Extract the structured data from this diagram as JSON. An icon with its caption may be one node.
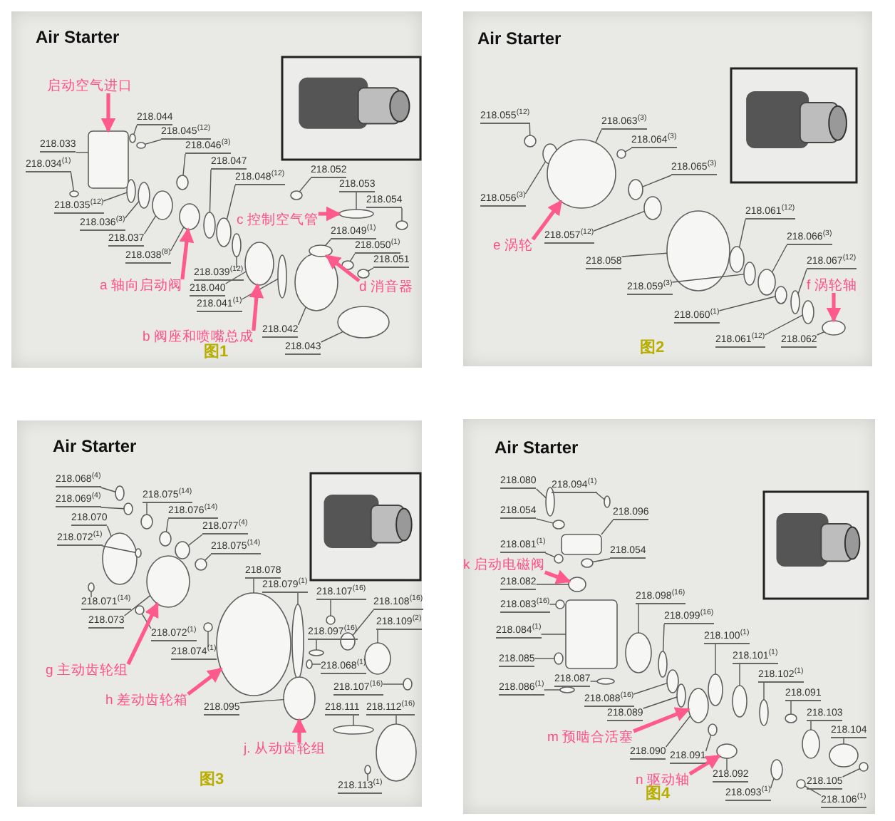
{
  "diagram": {
    "nodes": [
      {
        "text": [
          "Air Starter",
          "图1"
        ]
      },
      {
        "text": [
          "218.044"
        ],
        "in": 0
      },
      {
        "text": [
          "218.045$^{(12)}$"
        ],
        "in": 0
      },
      {
        "text": [
          "218.046$^{(3)}$"
        ],
        "in": 0
      },
      {
        "text": [
          "218.047"
        ],
        "in": 0
      },
      {
        "text": [
          "218.048$^{(12)}$"
        ],
        "in": 0
      },
      {
        "text": [
          "218.033"
        ],
        "in": 0
      },
      {
        "text": [
          "218.034$^{(1)}$"
        ],
        "in": 0
      },
      {
        "text": [
          "218.035$^{(12)}$"
        ],
        "in": 0
      },
      {
        "text": [
          "218.036$^{(3)}$"
        ],
        "in": 0
      },
      {
        "text": [
          "218.037"
        ],
        "in": 0
      },
      {
        "text": [
          "218.038$^{(8)}$"
        ],
        "in": 0
      },
      {
        "text": [
          "218.039$^{(12)}$"
        ],
        "in": 0
      },
      {
        "text": [
          "218.040"
        ],
        "in": 0
      },
      {
        "text": [
          "218.041$^{(1)}$"
        ],
        "in": 0
      },
      {
        "text": [
          "218.042"
        ],
        "in": 0
      },
      {
        "text": [
          "218.043"
        ],
        "in": 0
      },
      {
        "text": [
          "218.052"
        ],
        "in": 0
      },
      {
        "text": [
          "218.053"
        ],
        "in": 0
      },
      {
        "text": [
          "218.054"
        ],
        "in": 0
      },
      {
        "text": [
          "218.049$^{(1)}$"
        ],
        "in": 0
      },
      {
        "text": [
          "218.050$^{(1)}$"
        ],
        "in": 0
      },
      {
        "text": [
          "218.051"
        ],
        "in": 0
      },
      {
        "text": [
          "启动空气进口"
        ],
        "in": 0
      },
      {
        "text": [
          "a 轴向启动阀"
        ],
        "in": 0
      },
      {
        "text": [
          "b 阀座和喷嘴总成"
        ],
        "in": 0
      },
      {
        "text": [
          "c 控制空气管"
        ],
        "in": 0
      },
      {
        "text": [
          "d 消音器"
        ],
        "in": 0
      },
      {
        "text": [
          "Air Starter",
          "图2"
        ]
      },
      {
        "text": [
          "218.055$^{(12)}$"
        ],
        "in": 28
      },
      {
        "text": [
          "218.056$^{(3)}$"
        ],
        "in": 28
      },
      {
        "text": [
          "218.063$^{(3)}$"
        ],
        "in": 28
      },
      {
        "text": [
          "218.064$^{(3)}$"
        ],
        "in": 28
      },
      {
        "text": [
          "218.065$^{(3)}$"
        ],
        "in": 28
      },
      {
        "text": [
          "218.057$^{(12)}$"
        ],
        "in": 28
      },
      {
        "text": [
          "218.058"
        ],
        "in": 28
      },
      {
        "text": [
          "218.059$^{(3)}$"
        ],
        "in": 28
      },
      {
        "text": [
          "218.061$^{(12)}$"
        ],
        "in": 28
      },
      {
        "text": [
          "218.066$^{(3)}$"
        ],
        "in": 28
      },
      {
        "text": [
          "218.067$^{(12)}$"
        ],
        "in": 28
      },
      {
        "text": [
          "218.060$^{(1)}$"
        ],
        "in": 28
      },
      {
        "text": [
          "218.061$^{(12)}$"
        ],
        "in": 28
      },
      {
        "text": [
          "218.062"
        ],
        "in": 28
      },
      {
        "text": [
          "e 涡轮"
        ],
        "in": 28
      },
      {
        "text": [
          "f 涡轮轴"
        ],
        "in": 28
      },
      {
        "text": [
          "Air Starter",
          "图3"
        ]
      },
      {
        "text": [
          "218.068$^{(4)}$"
        ],
        "in": 45
      },
      {
        "text": [
          "218.069$^{(4)}$"
        ],
        "in": 45
      },
      {
        "text": [
          "218.070"
        ],
        "in": 45
      },
      {
        "text": [
          "218.072$^{(1)}$"
        ],
        "in": 45
      },
      {
        "text": [
          "218.075$^{(14)}$"
        ],
        "in": 45
      },
      {
        "text": [
          "218.076$^{(14)}$"
        ],
        "in": 45
      },
      {
        "text": [
          "218.077$^{(4)}$"
        ],
        "in": 45
      },
      {
        "text": [
          "218.075$^{(14)}$"
        ],
        "in": 45
      },
      {
        "text": [
          "218.078"
        ],
        "in": 45
      },
      {
        "text": [
          "218.079$^{(1)}$"
        ],
        "in": 45
      },
      {
        "text": [
          "218.071$^{(14)}$"
        ],
        "in": 45
      },
      {
        "text": [
          "218.073"
        ],
        "in": 45
      },
      {
        "text": [
          "218.072$^{(1)}$"
        ],
        "in": 45
      },
      {
        "text": [
          "218.074$^{(1)}$"
        ],
        "in": 45
      },
      {
        "text": [
          "218.107$^{(16)}$"
        ],
        "in": 45
      },
      {
        "text": [
          "218.097$^{(16)}$"
        ],
        "in": 45
      },
      {
        "text": [
          "218.068$^{(1)}$"
        ],
        "in": 45
      },
      {
        "text": [
          "218.108$^{(16)}$"
        ],
        "in": 45
      },
      {
        "text": [
          "218.109$^{(2)}$"
        ],
        "in": 45
      },
      {
        "text": [
          "218.107$^{(16)}$"
        ],
        "in": 45
      },
      {
        "text": [
          "218.095"
        ],
        "in": 45
      },
      {
        "text": [
          "218.111"
        ],
        "in": 45
      },
      {
        "text": [
          "218.112$^{(16)}$"
        ],
        "in": 45
      },
      {
        "text": [
          "218.113$^{(1)}$"
        ],
        "in": 45
      },
      {
        "text": [
          "g 主动齿轮组"
        ],
        "in": 45
      },
      {
        "text": [
          "h 差动齿轮箱"
        ],
        "in": 45
      },
      {
        "text": [
          "j. 从动齿轮组"
        ],
        "in": 45
      },
      {
        "text": [
          "Air Starter",
          "图4"
        ]
      },
      {
        "text": [
          "218.080"
        ],
        "in": 73
      },
      {
        "text": [
          "218.094$^{(1)}$"
        ],
        "in": 73
      },
      {
        "text": [
          "218.054"
        ],
        "in": 73
      },
      {
        "text": [
          "218.096"
        ],
        "in": 73
      },
      {
        "text": [
          "218.081$^{(1)}$"
        ],
        "in": 73
      },
      {
        "text": [
          "218.054"
        ],
        "in": 73
      },
      {
        "text": [
          "218.082"
        ],
        "in": 73
      },
      {
        "text": [
          "218.083$^{(16)}$"
        ],
        "in": 73
      },
      {
        "text": [
          "218.084$^{(1)}$"
        ],
        "in": 73
      },
      {
        "text": [
          "218.085"
        ],
        "in": 73
      },
      {
        "text": [
          "218.086$^{(1)}$"
        ],
        "in": 73
      },
      {
        "text": [
          "218.087"
        ],
        "in": 73
      },
      {
        "text": [
          "218.098$^{(16)}$"
        ],
        "in": 73
      },
      {
        "text": [
          "218.099$^{(16)}$"
        ],
        "in": 73
      },
      {
        "text": [
          "218.088$^{(16)}$"
        ],
        "in": 73
      },
      {
        "text": [
          "218.089"
        ],
        "in": 73
      },
      {
        "text": [
          "218.090"
        ],
        "in": 73
      },
      {
        "text": [
          "218.100$^{(1)}$"
        ],
        "in": 73
      },
      {
        "text": [
          "218.101$^{(1)}$"
        ],
        "in": 73
      },
      {
        "text": [
          "218.102$^{(1)}$"
        ],
        "in": 73
      },
      {
        "text": [
          "218.091"
        ],
        "in": 73
      },
      {
        "text": [
          "218.103"
        ],
        "in": 73
      },
      {
        "text": [
          "218.104"
        ],
        "in": 73
      },
      {
        "text": [
          "218.105"
        ],
        "in": 73
      },
      {
        "text": [
          "218.106$^{(1)}$"
        ],
        "in": 73
      },
      {
        "text": [
          "218.091"
        ],
        "in": 73
      },
      {
        "text": [
          "218.092"
        ],
        "in": 73
      },
      {
        "text": [
          "218.093$^{(1)}$"
        ],
        "in": 73
      },
      {
        "text": [
          "k 启动电磁阀"
        ],
        "in": 73
      },
      {
        "text": [
          "m 预啮合活塞"
        ],
        "in": 73
      },
      {
        "text": [
          "n 驱动轴"
        ],
        "in": 73
      },
      {
        "text": [],
        "shape": "circle",
        "in": 0
      },
      {
        "text": [],
        "shape": "circle",
        "in": 0
      },
      {
        "text": [],
        "shape": "circle",
        "in": 0
      },
      {
        "text": [],
        "shape": "circle",
        "in": 0
      },
      {
        "text": [],
        "shape": "circle",
        "in": 0
      },
      {
        "text": [],
        "shape": "box",
        "in": 0
      },
      {
        "text": [],
        "shape": "circle",
        "in": 0
      },
      {
        "text": [],
        "shape": "circle",
        "in": 0
      },
      {
        "text": [],
        "shape": "circle",
        "in": 0
      },
      {
        "text": [],
        "shape": "circle",
        "in": 0
      },
      {
        "text": [],
        "shape": "circle",
        "in": 0
      },
      {
        "text": [],
        "shape": "circle",
        "in": 0
      },
      {
        "text": [],
        "shape": "circle",
        "in": 0
      },
      {
        "text": [],
        "shape": "circle",
        "in": 0
      },
      {
        "text": [],
        "shape": "circle",
        "in": 0
      },
      {
        "text": [],
        "shape": "circle",
        "in": 0
      },
      {
        "text": [],
        "shape": "circle",
        "in": 0
      },
      {
        "text": [],
        "shape": "circle",
        "in": 0
      },
      {
        "text": [],
        "shape": "circle",
        "in": 0
      },
      {
        "text": [],
        "shape": "circle",
        "in": 0
      },
      {
        "text": [],
        "shape": "circle",
        "in": 0
      },
      {
        "text": [],
        "shape": "circle",
        "in": 0
      },
      {
        "text": [],
        "shape": "circle",
        "in": 28
      },
      {
        "text": [],
        "shape": "circle",
        "in": 28
      },
      {
        "text": [],
        "shape": "circle",
        "in": 28
      },
      {
        "text": [],
        "shape": "circle",
        "in": 28
      },
      {
        "text": [],
        "shape": "circle",
        "in": 28
      },
      {
        "text": [],
        "shape": "circle",
        "in": 28
      },
      {
        "text": [],
        "shape": "circle",
        "in": 28
      },
      {
        "text": [],
        "shape": "circle",
        "in": 28
      },
      {
        "text": [],
        "shape": "circle",
        "in": 28
      },
      {
        "text": [],
        "shape": "circle",
        "in": 28
      },
      {
        "text": [],
        "shape": "circle",
        "in": 28
      },
      {
        "text": [],
        "shape": "circle",
        "in": 28
      },
      {
        "text": [],
        "shape": "circle",
        "in": 28
      },
      {
        "text": [],
        "shape": "circle",
        "in": 28
      },
      {
        "text": [],
        "shape": "circle",
        "in": 45
      },
      {
        "text": [],
        "shape": "circle",
        "in": 45
      },
      {
        "text": [],
        "shape": "circle",
        "in": 45
      },
      {
        "text": [],
        "shape": "circle",
        "in": 45
      },
      {
        "text": [],
        "shape": "circle",
        "in": 45
      },
      {
        "text": [],
        "shape": "circle",
        "in": 45
      },
      {
        "text": [],
        "shape": "circle",
        "in": 45
      },
      {
        "text": [],
        "shape": "circle",
        "in": 45
      },
      {
        "text": [],
        "shape": "circle",
        "in": 45
      },
      {
        "text": [],
        "shape": "circle",
        "in": 45
      },
      {
        "text": [],
        "shape": "circle",
        "in": 45
      },
      {
        "text": [],
        "shape": "circle",
        "in": 45
      },
      {
        "text": [],
        "shape": "circle",
        "in": 45
      },
      {
        "text": [],
        "shape": "circle",
        "in": 45
      },
      {
        "text": [],
        "shape": "circle",
        "in": 45
      },
      {
        "text": [],
        "shape": "circle",
        "in": 45
      },
      {
        "text": [],
        "shape": "circle",
        "in": 45
      },
      {
        "text": [],
        "shape": "circle",
        "in": 45
      },
      {
        "text": [],
        "shape": "circle",
        "in": 45
      },
      {
        "text": [],
        "shape": "circle",
        "in": 45
      },
      {
        "text": [],
        "shape": "circle",
        "in": 45
      },
      {
        "text": [],
        "shape": "circle",
        "in": 45
      },
      {
        "text": [],
        "shape": "circle",
        "in": 45
      },
      {
        "text": [],
        "shape": "circle",
        "in": 45
      },
      {
        "text": [],
        "shape": "circle",
        "in": 73
      },
      {
        "text": [],
        "shape": "circle",
        "in": 73
      },
      {
        "text": [],
        "shape": "circle",
        "in": 73
      },
      {
        "text": [],
        "shape": "box",
        "in": 73
      },
      {
        "text": [],
        "shape": "circle",
        "in": 73
      },
      {
        "text": [],
        "shape": "circle",
        "in": 73
      },
      {
        "text": [],
        "shape": "circle",
        "in": 73
      },
      {
        "text": [],
        "shape": "circle",
        "in": 73
      },
      {
        "text": [],
        "shape": "box",
        "in": 73
      },
      {
        "text": [],
        "shape": "circle",
        "in": 73
      },
      {
        "text": [],
        "shape": "circle",
        "in": 73
      },
      {
        "text": [],
        "shape": "circle",
        "in": 73
      },
      {
        "text": [],
        "shape": "circle",
        "in": 73
      },
      {
        "text": [],
        "shape": "circle",
        "in": 73
      },
      {
        "text": [],
        "shape": "circle",
        "in": 73
      },
      {
        "text": [],
        "shape": "circle",
        "in": 73
      },
      {
        "text": [],
        "shape": "circle",
        "in": 73
      },
      {
        "text": [],
        "shape": "circle",
        "in": 73
      },
      {
        "text": [],
        "shape": "circle",
        "in": 73
      },
      {
        "text": [],
        "shape": "circle",
        "in": 73
      },
      {
        "text": [],
        "shape": "circle",
        "in": 73
      },
      {
        "text": [],
        "shape": "circle",
        "in": 73
      },
      {
        "text": [],
        "shape": "circle",
        "in": 73
      },
      {
        "text": [],
        "shape": "circle",
        "in": 73
      },
      {
        "text": [],
        "shape": "circle",
        "in": 73
      },
      {
        "text": [],
        "shape": "circle",
        "in": 73
      },
      {
        "text": [],
        "shape": "circle",
        "in": 73
      },
      {
        "text": [],
        "shape": "circle",
        "in": 73
      }
    ],
    "edges": [
      {
        "from": 1,
        "to": 105,
        "arrow": "none"
      },
      {
        "from": 2,
        "to": 106,
        "arrow": "none"
      },
      {
        "from": 3,
        "to": 107,
        "arrow": "none"
      },
      {
        "from": 4,
        "to": 108,
        "arrow": "none"
      },
      {
        "from": 5,
        "to": 109,
        "arrow": "none"
      },
      {
        "from": 6,
        "to": 110,
        "arrow": "none"
      },
      {
        "from": 7,
        "to": 111,
        "arrow": "none"
      },
      {
        "from": 8,
        "to": 112,
        "arrow": "none"
      },
      {
        "from": 9,
        "to": 113,
        "arrow": "none"
      },
      {
        "from": 10,
        "to": 114,
        "arrow": "none"
      },
      {
        "from": 11,
        "to": 115,
        "arrow": "none"
      },
      {
        "from": 12,
        "to": 116,
        "arrow": "none"
      },
      {
        "from": 13,
        "to": 117,
        "arrow": "none"
      },
      {
        "from": 14,
        "to": 118,
        "arrow": "none"
      },
      {
        "from": 15,
        "to": 119,
        "arrow": "none"
      },
      {
        "from": 16,
        "to": 120,
        "arrow": "none"
      },
      {
        "from": 17,
        "to": 121,
        "arrow": "none"
      },
      {
        "from": 18,
        "to": 122,
        "arrow": "none"
      },
      {
        "from": 19,
        "to": 123,
        "arrow": "none"
      },
      {
        "from": 20,
        "to": 124,
        "arrow": "none"
      },
      {
        "from": 21,
        "to": 125,
        "arrow": "none"
      },
      {
        "from": 22,
        "to": 126,
        "arrow": "none"
      },
      {
        "from": 23,
        "to": 110,
        "arrow": "to",
        "style": "thick",
        "color": "#ff5a8c"
      },
      {
        "from": 24,
        "to": 115,
        "arrow": "to",
        "style": "thick",
        "color": "#ff5a8c"
      },
      {
        "from": 25,
        "to": 117,
        "arrow": "to",
        "style": "thick",
        "color": "#ff5a8c"
      },
      {
        "from": 26,
        "to": 122,
        "arrow": "to",
        "style": "thick",
        "color": "#ff5a8c"
      },
      {
        "from": 27,
        "to": 124,
        "arrow": "to",
        "style": "thick",
        "color": "#ff5a8c"
      },
      {
        "from": 29,
        "to": 127,
        "arrow": "none"
      },
      {
        "from": 30,
        "to": 128,
        "arrow": "none"
      },
      {
        "from": 31,
        "to": 129,
        "arrow": "none"
      },
      {
        "from": 32,
        "to": 130,
        "arrow": "none"
      },
      {
        "from": 33,
        "to": 131,
        "arrow": "none"
      },
      {
        "from": 34,
        "to": 132,
        "arrow": "none"
      },
      {
        "from": 35,
        "to": 133,
        "arrow": "none"
      },
      {
        "from": 36,
        "to": 134,
        "arrow": "none"
      },
      {
        "from": 37,
        "to": 135,
        "arrow": "none"
      },
      {
        "from": 38,
        "to": 136,
        "arrow": "none"
      },
      {
        "from": 39,
        "to": 137,
        "arrow": "none"
      },
      {
        "from": 40,
        "to": 138,
        "arrow": "none"
      },
      {
        "from": 41,
        "to": 139,
        "arrow": "none"
      },
      {
        "from": 42,
        "to": 140,
        "arrow": "none"
      },
      {
        "from": 43,
        "to": 129,
        "arrow": "to",
        "style": "thick",
        "color": "#ff5a8c"
      },
      {
        "from": 44,
        "to": 140,
        "arrow": "to",
        "style": "thick",
        "color": "#ff5a8c"
      },
      {
        "from": 46,
        "to": 141,
        "arrow": "none"
      },
      {
        "from": 47,
        "to": 142,
        "arrow": "none"
      },
      {
        "from": 48,
        "to": 143,
        "arrow": "none"
      },
      {
        "from": 49,
        "to": 144,
        "arrow": "none"
      },
      {
        "from": 50,
        "to": 145,
        "arrow": "none"
      },
      {
        "from": 51,
        "to": 146,
        "arrow": "none"
      },
      {
        "from": 52,
        "to": 147,
        "arrow": "none"
      },
      {
        "from": 53,
        "to": 148,
        "arrow": "none"
      },
      {
        "from": 54,
        "to": 149,
        "arrow": "none"
      },
      {
        "from": 55,
        "to": 150,
        "arrow": "none"
      },
      {
        "from": 56,
        "to": 151,
        "arrow": "none"
      },
      {
        "from": 57,
        "to": 152,
        "arrow": "none"
      },
      {
        "from": 58,
        "to": 153,
        "arrow": "none"
      },
      {
        "from": 59,
        "to": 154,
        "arrow": "none"
      },
      {
        "from": 60,
        "to": 155,
        "arrow": "none"
      },
      {
        "from": 61,
        "to": 156,
        "arrow": "none"
      },
      {
        "from": 62,
        "to": 157,
        "arrow": "none"
      },
      {
        "from": 63,
        "to": 158,
        "arrow": "none"
      },
      {
        "from": 64,
        "to": 159,
        "arrow": "none"
      },
      {
        "from": 65,
        "to": 160,
        "arrow": "none"
      },
      {
        "from": 66,
        "to": 161,
        "arrow": "none"
      },
      {
        "from": 67,
        "to": 162,
        "arrow": "none"
      },
      {
        "from": 68,
        "to": 163,
        "arrow": "none"
      },
      {
        "from": 69,
        "to": 164,
        "arrow": "none"
      },
      {
        "from": 70,
        "to": 152,
        "arrow": "to",
        "style": "thick",
        "color": "#ff5a8c"
      },
      {
        "from": 71,
        "to": 149,
        "arrow": "to",
        "style": "thick",
        "color": "#ff5a8c"
      },
      {
        "from": 72,
        "to": 161,
        "arrow": "to",
        "style": "thick",
        "color": "#ff5a8c"
      },
      {
        "from": 74,
        "to": 165,
        "arrow": "none"
      },
      {
        "from": 75,
        "to": 166,
        "arrow": "none"
      },
      {
        "from": 76,
        "to": 167,
        "arrow": "none"
      },
      {
        "from": 77,
        "to": 168,
        "arrow": "none"
      },
      {
        "from": 78,
        "to": 169,
        "arrow": "none"
      },
      {
        "from": 79,
        "to": 170,
        "arrow": "none"
      },
      {
        "from": 80,
        "to": 171,
        "arrow": "none"
      },
      {
        "from": 81,
        "to": 172,
        "arrow": "none"
      },
      {
        "from": 82,
        "to": 173,
        "arrow": "none"
      },
      {
        "from": 83,
        "to": 174,
        "arrow": "none"
      },
      {
        "from": 84,
        "to": 175,
        "arrow": "none"
      },
      {
        "from": 85,
        "to": 176,
        "arrow": "none"
      },
      {
        "from": 86,
        "to": 177,
        "arrow": "none"
      },
      {
        "from": 87,
        "to": 178,
        "arrow": "none"
      },
      {
        "from": 88,
        "to": 179,
        "arrow": "none"
      },
      {
        "from": 89,
        "to": 180,
        "arrow": "none"
      },
      {
        "from": 90,
        "to": 181,
        "arrow": "none"
      },
      {
        "from": 91,
        "to": 182,
        "arrow": "none"
      },
      {
        "from": 92,
        "to": 183,
        "arrow": "none"
      },
      {
        "from": 93,
        "to": 184,
        "arrow": "none"
      },
      {
        "from": 94,
        "to": 185,
        "arrow": "none"
      },
      {
        "from": 95,
        "to": 186,
        "arrow": "none"
      },
      {
        "from": 96,
        "to": 187,
        "arrow": "none"
      },
      {
        "from": 97,
        "to": 188,
        "arrow": "none"
      },
      {
        "from": 98,
        "to": 189,
        "arrow": "none"
      },
      {
        "from": 99,
        "to": 190,
        "arrow": "none"
      },
      {
        "from": 100,
        "to": 191,
        "arrow": "none"
      },
      {
        "from": 101,
        "to": 192,
        "arrow": "none"
      },
      {
        "from": 102,
        "to": 171,
        "arrow": "to",
        "style": "thick",
        "color": "#ff5a8c"
      },
      {
        "from": 103,
        "to": 181,
        "arrow": "to",
        "style": "thick",
        "color": "#ff5a8c"
      },
      {
        "from": 104,
        "to": 191,
        "arrow": "to",
        "style": "thick",
        "color": "#ff5a8c"
      }
    ]
  }
}
